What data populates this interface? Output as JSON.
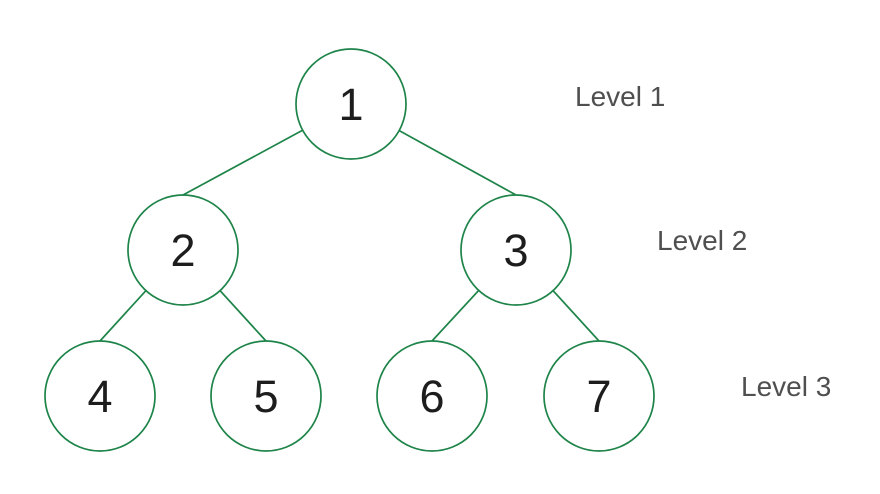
{
  "diagram": {
    "type": "binary-tree",
    "nodes": [
      {
        "value": "1",
        "level": 1
      },
      {
        "value": "2",
        "level": 2
      },
      {
        "value": "3",
        "level": 2
      },
      {
        "value": "4",
        "level": 3
      },
      {
        "value": "5",
        "level": 3
      },
      {
        "value": "6",
        "level": 3
      },
      {
        "value": "7",
        "level": 3
      }
    ],
    "edges": [
      {
        "from": "1",
        "to": "2"
      },
      {
        "from": "1",
        "to": "3"
      },
      {
        "from": "2",
        "to": "4"
      },
      {
        "from": "2",
        "to": "5"
      },
      {
        "from": "3",
        "to": "6"
      },
      {
        "from": "3",
        "to": "7"
      }
    ],
    "levels": [
      {
        "label": "Level 1"
      },
      {
        "label": "Level 2"
      },
      {
        "label": "Level 3"
      }
    ],
    "colors": {
      "edge_color": "#1e8449",
      "node_fill": "#ffffff",
      "node_text": "#1d1d1d",
      "label_text": "#4f4f4f",
      "bg": "#ffffff"
    }
  }
}
